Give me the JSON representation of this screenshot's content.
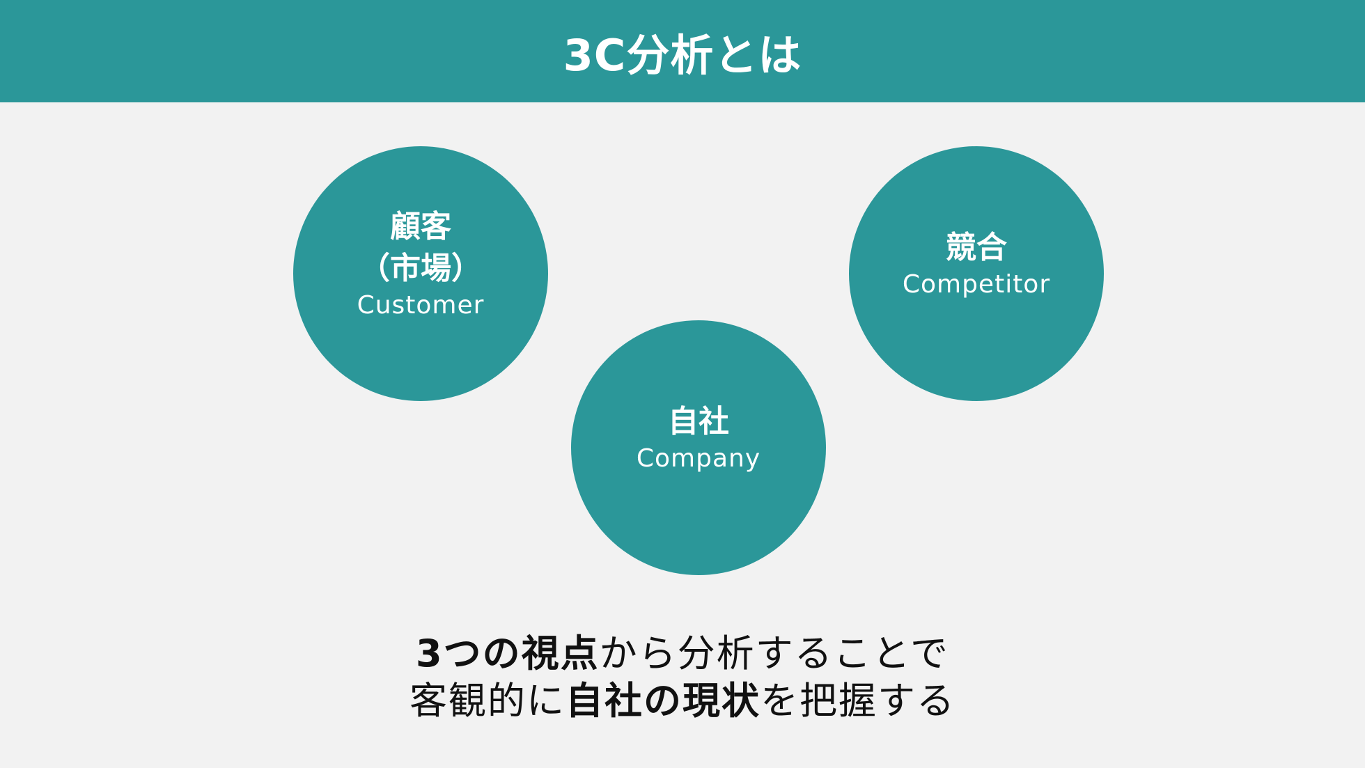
{
  "header": {
    "title": "3C分析とは",
    "background_color": "#2B9799"
  },
  "circles": {
    "customer": {
      "jp_line1": "顧客",
      "jp_line2": "（市場）",
      "en": "Customer"
    },
    "competitor": {
      "jp": "競合",
      "en": "Competitor"
    },
    "company": {
      "jp": "自社",
      "en": "Company"
    },
    "color": "#2B9799"
  },
  "summary": {
    "line1": [
      {
        "text": "3つの視点",
        "bold": true
      },
      {
        "text": "から分析することで",
        "bold": false
      }
    ],
    "line2": [
      {
        "text": "客観的に",
        "bold": false
      },
      {
        "text": "自社の現状",
        "bold": true
      },
      {
        "text": "を把握する",
        "bold": false
      }
    ]
  },
  "background_color": "#F2F2F2"
}
